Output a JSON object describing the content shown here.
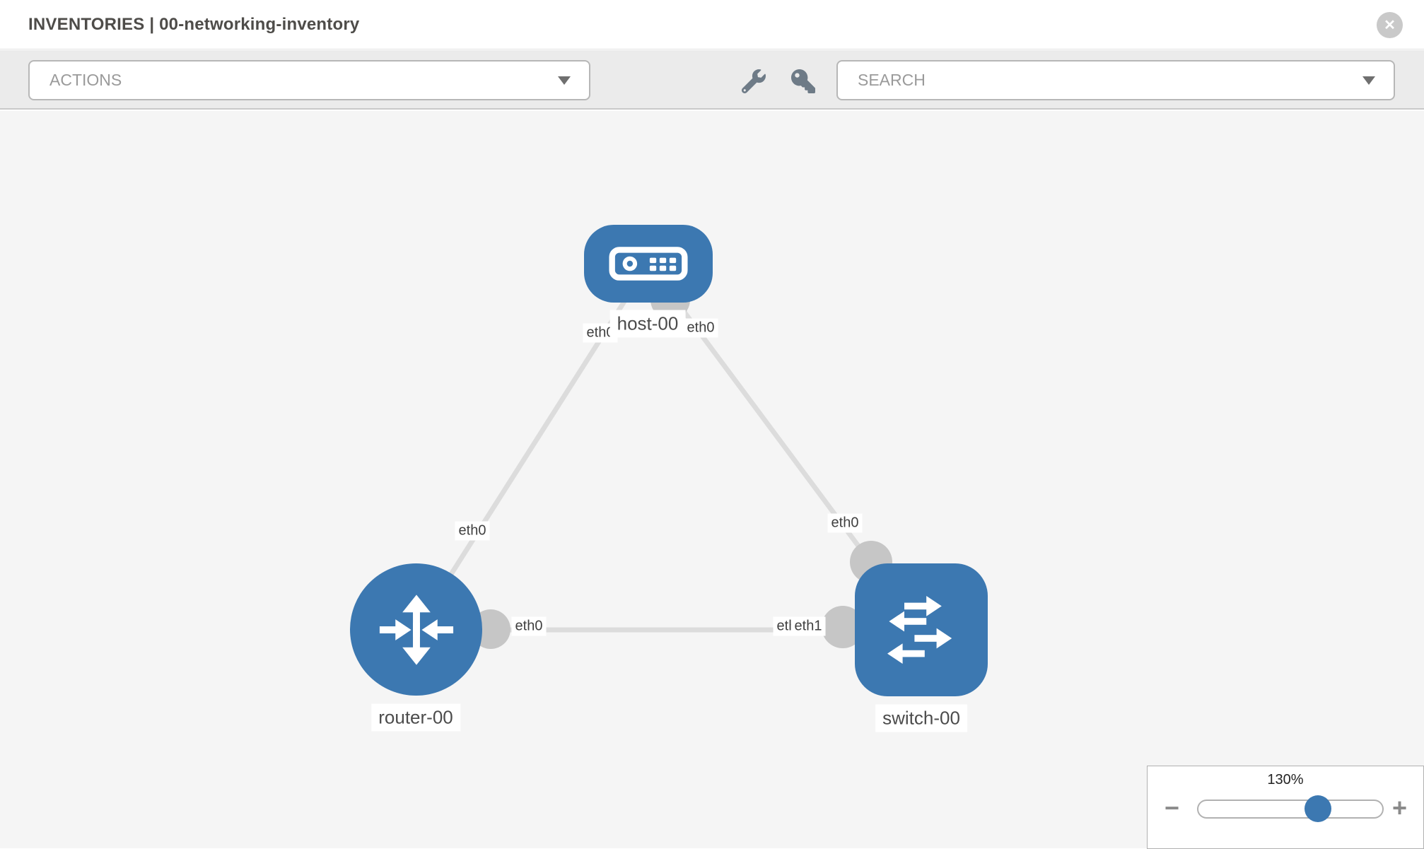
{
  "header": {
    "title": "INVENTORIES | 00-networking-inventory",
    "close_label": "✕"
  },
  "toolbar": {
    "actions_label": "ACTIONS",
    "search_label": "SEARCH"
  },
  "topology": {
    "nodes": [
      {
        "id": "host-00",
        "type": "host",
        "label": "host-00"
      },
      {
        "id": "router-00",
        "type": "router",
        "label": "router-00"
      },
      {
        "id": "switch-00",
        "type": "switch",
        "label": "switch-00"
      }
    ],
    "links": [
      {
        "from": "host-00",
        "to": "router-00",
        "from_iface": "eth0",
        "to_iface": "eth0"
      },
      {
        "from": "host-00",
        "to": "switch-00",
        "from_iface": "eth0",
        "to_iface": "eth0"
      },
      {
        "from": "router-00",
        "to": "switch-00",
        "from_iface": "eth0",
        "to_iface": "eth1"
      }
    ],
    "labels": {
      "host": "host-00",
      "router": "router-00",
      "switch": "switch-00",
      "host_left_iface": "eth0",
      "host_right_iface": "eth0",
      "link_host_router_iface": "eth0",
      "link_host_switch_iface": "eth0",
      "link_mid_router_iface": "eth0",
      "link_mid_switch_iface_rear": "eth1",
      "link_mid_switch_iface_front": "eth1"
    }
  },
  "zoom_control": {
    "level": "130%",
    "minus_label": "−",
    "plus_label": "+"
  },
  "colors": {
    "node_blue": "#3c78b1",
    "link_gray": "#dcdcdc",
    "port_gray": "#c6c6c6",
    "canvas_bg": "#f5f5f5",
    "toolbar_bg": "#ebebeb",
    "icon_gray": "#6e7b87"
  }
}
